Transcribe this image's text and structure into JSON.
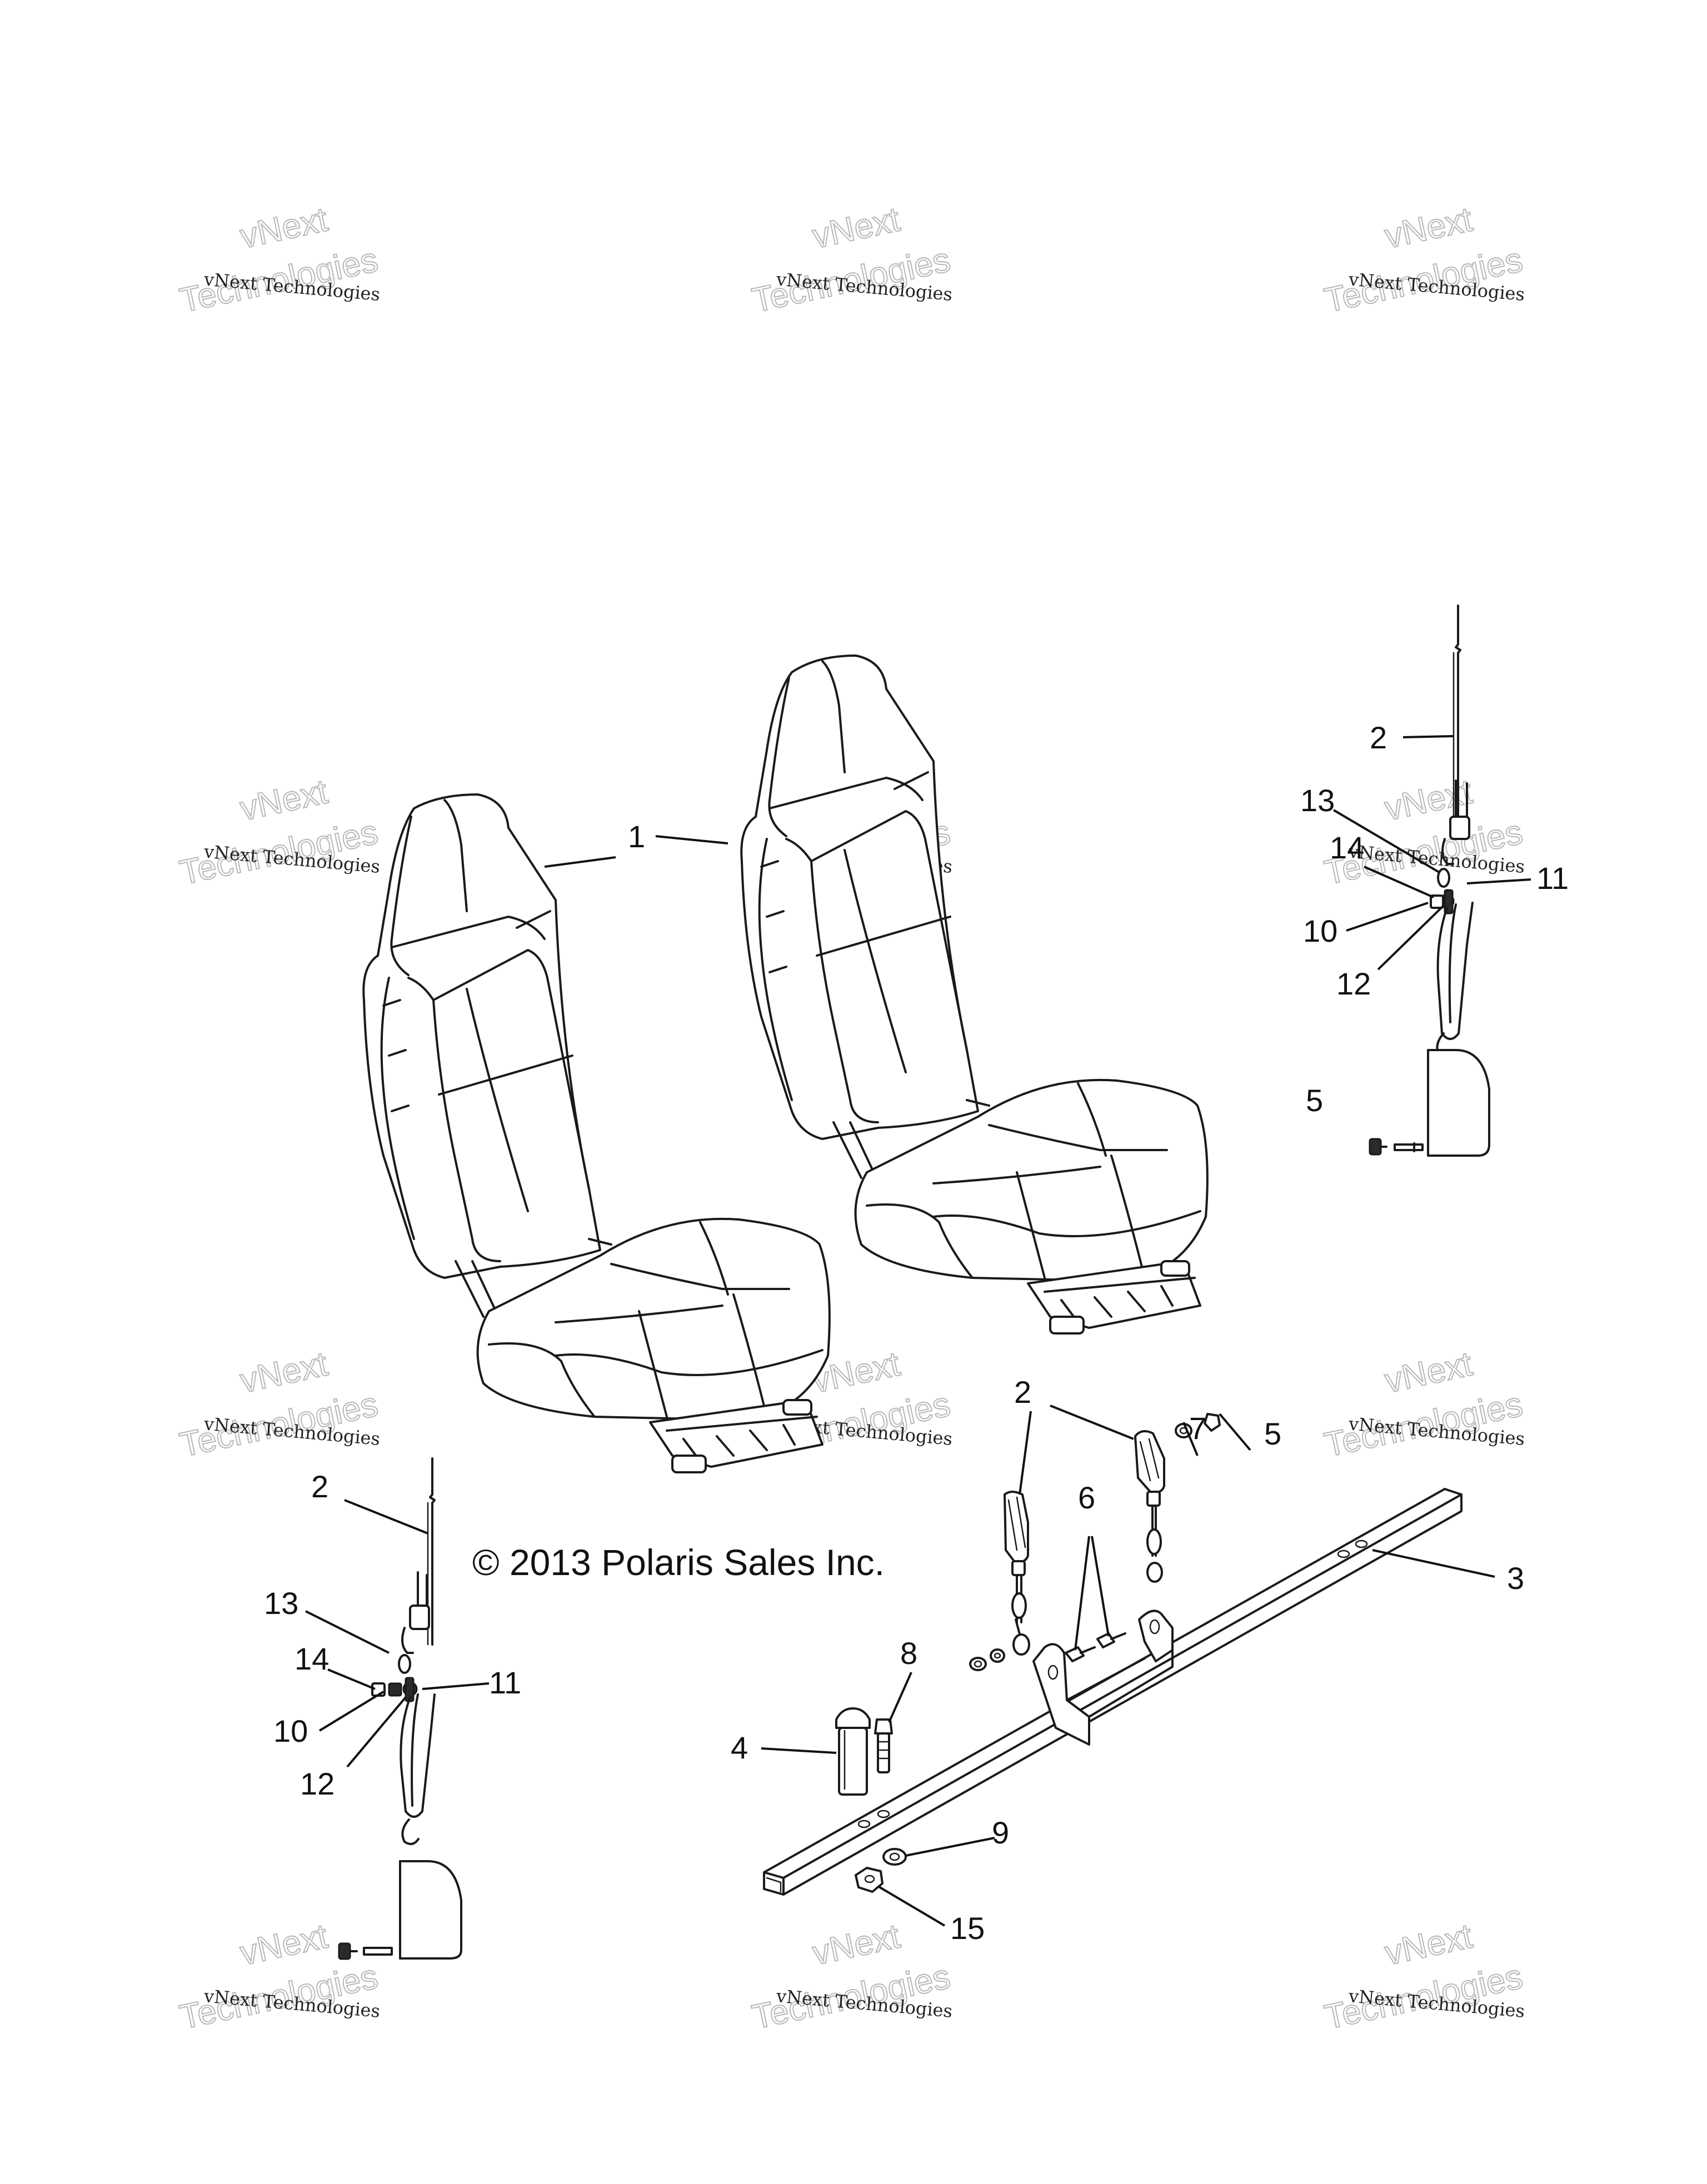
{
  "copyright": "© 2013 Polaris Sales Inc.",
  "watermark": {
    "small": "vNext Technologies",
    "big_top": "vNext",
    "big_bottom": "Technologies"
  },
  "callouts": {
    "c1": "1",
    "c2_right": "2",
    "c13_right": "13",
    "c14_right": "14",
    "c11_right": "11",
    "c10_right": "10",
    "c12_right": "12",
    "c5_right": "5",
    "c2_left": "2",
    "c13_left": "13",
    "c14_left": "14",
    "c11_left": "11",
    "c10_left": "10",
    "c12_left": "12",
    "c2_bar": "2",
    "c7": "7",
    "c5_bar": "5",
    "c6": "6",
    "c3": "3",
    "c8": "8",
    "c4": "4",
    "c9": "9",
    "c15": "15"
  }
}
